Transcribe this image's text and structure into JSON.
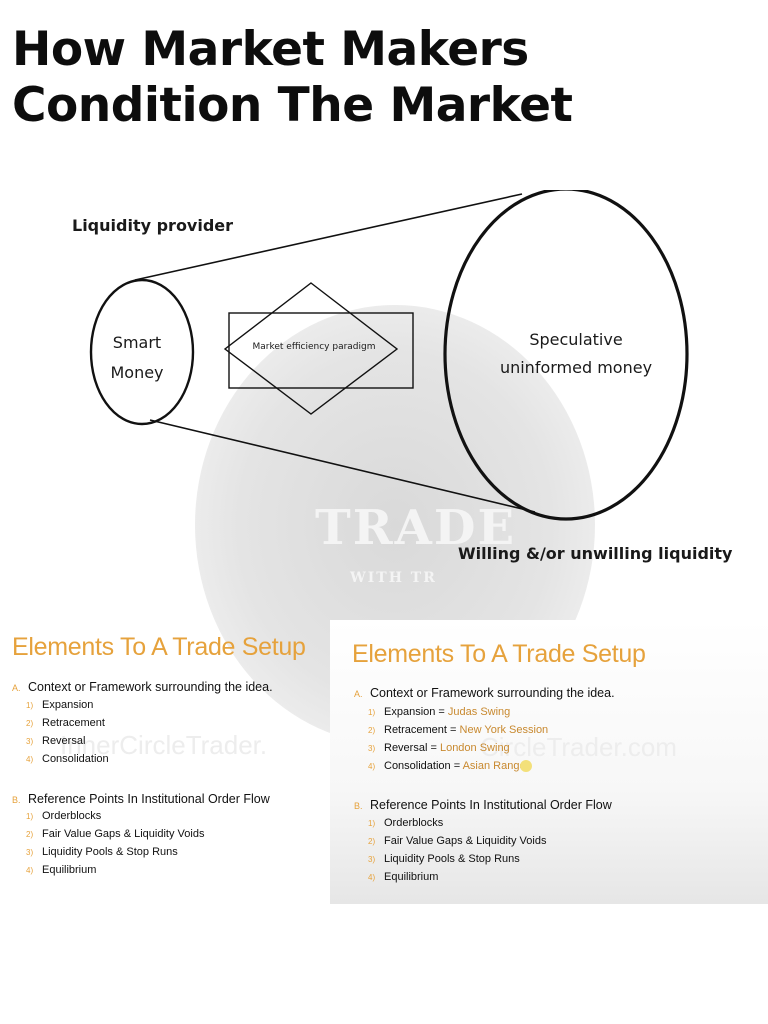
{
  "title": "How Market Makers Condition The Market",
  "watermark": {
    "brand_main": "TRADE",
    "brand_sub": "WITH TR"
  },
  "diagram": {
    "liquidity_provider": "Liquidity provider",
    "smart_money_line1": "Smart",
    "smart_money_line2": "Money",
    "paradigm": "Market efficiency paradigm",
    "speculative_line1": "Speculative",
    "speculative_line2": "uninformed money",
    "willing": "Willing &/or unwilling liquidity"
  },
  "slide_left": {
    "title": "Elements To A Trade Setup",
    "watermark_text": "InnerCircleTrader.",
    "section_a": {
      "marker": "A.",
      "label": "Context or Framework surrounding the idea."
    },
    "items_a": [
      {
        "num": "1)",
        "text": "Expansion"
      },
      {
        "num": "2)",
        "text": "Retracement"
      },
      {
        "num": "3)",
        "text": "Reversal"
      },
      {
        "num": "4)",
        "text": "Consolidation"
      }
    ],
    "section_b": {
      "marker": "B.",
      "label": "Reference Points In Institutional Order Flow"
    },
    "items_b": [
      {
        "num": "1)",
        "text": "Orderblocks"
      },
      {
        "num": "2)",
        "text": "Fair Value Gaps & Liquidity Voids"
      },
      {
        "num": "3)",
        "text": "Liquidity Pools & Stop Runs"
      },
      {
        "num": "4)",
        "text": "Equilibrium"
      }
    ]
  },
  "slide_right": {
    "title": "Elements To A Trade Setup",
    "watermark_text": "CircleTrader.com",
    "section_a": {
      "marker": "A.",
      "label": "Context or Framework surrounding the idea."
    },
    "items_a": [
      {
        "num": "1)",
        "text": "Expansion = ",
        "highlight": "Judas Swing"
      },
      {
        "num": "2)",
        "text": "Retracement = ",
        "highlight": "New York Session"
      },
      {
        "num": "3)",
        "text": "Reversal = ",
        "highlight": "London Swing"
      },
      {
        "num": "4)",
        "text": "Consolidation = ",
        "highlight": "Asian Range"
      }
    ],
    "section_b": {
      "marker": "B.",
      "label": "Reference Points In Institutional Order Flow"
    },
    "items_b": [
      {
        "num": "1)",
        "text": "Orderblocks"
      },
      {
        "num": "2)",
        "text": "Fair Value Gaps & Liquidity Voids"
      },
      {
        "num": "3)",
        "text": "Liquidity Pools & Stop Runs"
      },
      {
        "num": "4)",
        "text": "Equilibrium"
      }
    ]
  },
  "colors": {
    "accent": "#e6a23c",
    "text": "#111111",
    "watermark": "#e0e0e0"
  }
}
